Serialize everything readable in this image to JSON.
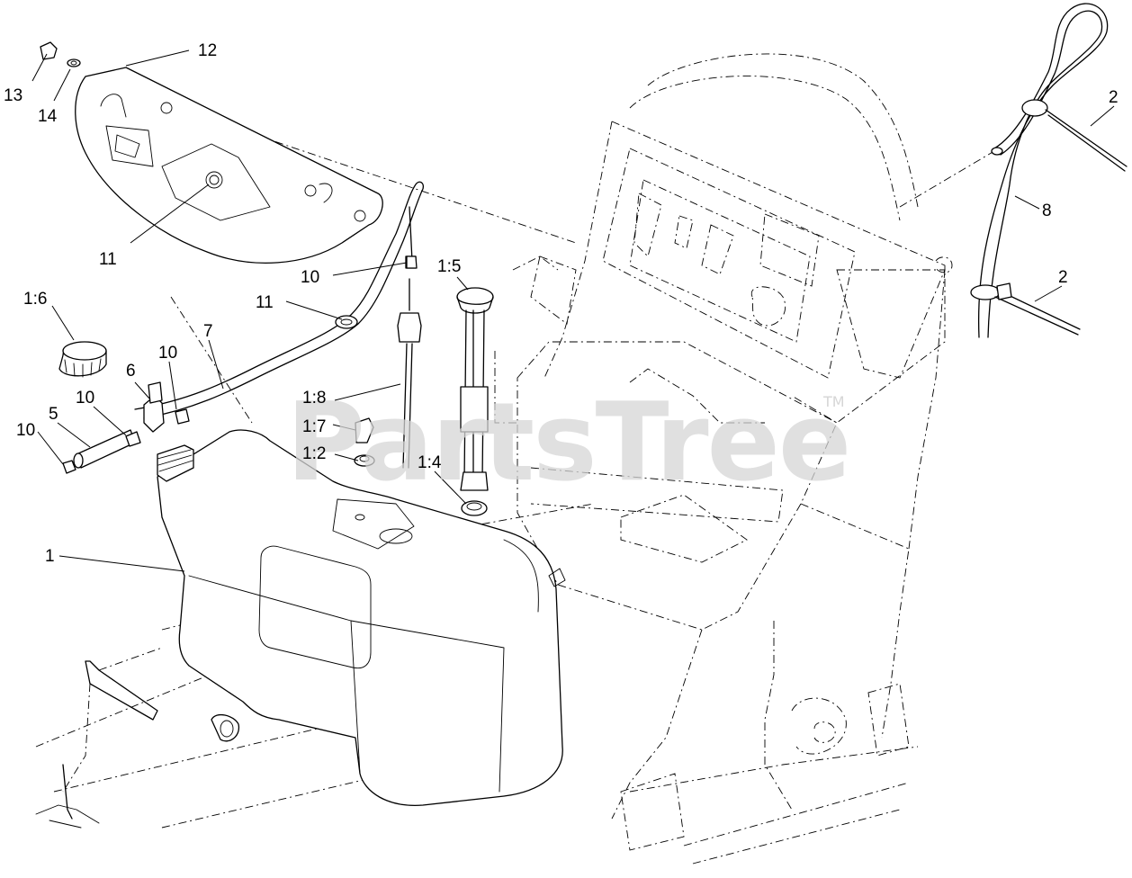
{
  "watermark": {
    "text": "PartsTree",
    "trademark": "TM"
  },
  "callouts": [
    {
      "id": "c-13",
      "label": "13",
      "part": "bolt"
    },
    {
      "id": "c-14",
      "label": "14",
      "part": "washer"
    },
    {
      "id": "c-12",
      "label": "12",
      "part": "fuel-tank-cover"
    },
    {
      "id": "c-11a",
      "label": "11",
      "part": "grommet-cover"
    },
    {
      "id": "c-10a",
      "label": "10",
      "part": "hose-clamp-top"
    },
    {
      "id": "c-11b",
      "label": "11",
      "part": "grommet-hose"
    },
    {
      "id": "c-15",
      "label": "1:5",
      "part": "fuel-gauge"
    },
    {
      "id": "c-16",
      "label": "1:6",
      "part": "fuel-cap"
    },
    {
      "id": "c-7",
      "label": "7",
      "part": "fuel-hose"
    },
    {
      "id": "c-10b",
      "label": "10",
      "part": "hose-clamp-valve"
    },
    {
      "id": "c-6",
      "label": "6",
      "part": "shut-off-valve"
    },
    {
      "id": "c-18",
      "label": "1:8",
      "part": "pickup-tube"
    },
    {
      "id": "c-17",
      "label": "1:7",
      "part": "elbow-fitting"
    },
    {
      "id": "c-10c",
      "label": "10",
      "part": "hose-clamp-left"
    },
    {
      "id": "c-5",
      "label": "5",
      "part": "hose-section"
    },
    {
      "id": "c-10d",
      "label": "10",
      "part": "hose-clamp-end"
    },
    {
      "id": "c-12b",
      "label": "1:2",
      "part": "grommet-small"
    },
    {
      "id": "c-14b",
      "label": "1:4",
      "part": "grommet-gauge"
    },
    {
      "id": "c-1",
      "label": "1",
      "part": "fuel-tank"
    },
    {
      "id": "c-2a",
      "label": "2",
      "part": "cable-tie-top"
    },
    {
      "id": "c-8",
      "label": "8",
      "part": "vent-hose"
    },
    {
      "id": "c-2b",
      "label": "2",
      "part": "cable-tie-bottom"
    }
  ]
}
